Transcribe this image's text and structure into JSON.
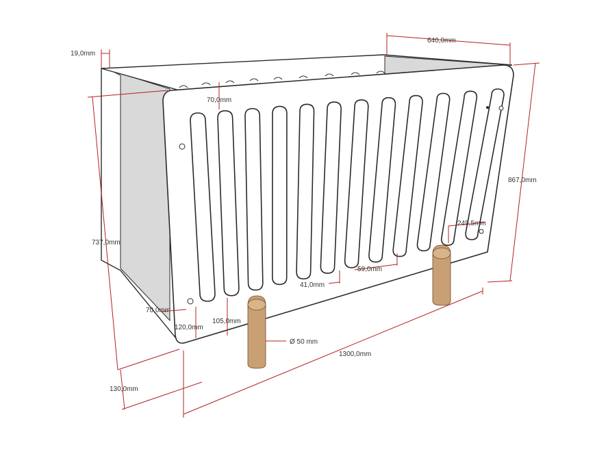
{
  "diagram": {
    "colors": {
      "dimension_line": "#b32020",
      "outline": "#2a2a2a",
      "wood": "#c9a074",
      "panel_shade": "#d9d9d9"
    },
    "dimensions": {
      "side_thickness": "19,0mm",
      "depth": "640,0mm",
      "total_height": "867,0mm",
      "side_height": "737,0mm",
      "top_rail": "70,0mm",
      "opening_width": "41,0mm",
      "bar_width": "59,0mm",
      "right_edge": "249,5mm",
      "corner_bottom": "70,0mm",
      "base_height": "120,0mm",
      "bottom_hole": "105,0mm",
      "leg_diameter": "Ø 50 mm",
      "length": "1300,0mm",
      "leg_height": "130,0mm"
    }
  }
}
